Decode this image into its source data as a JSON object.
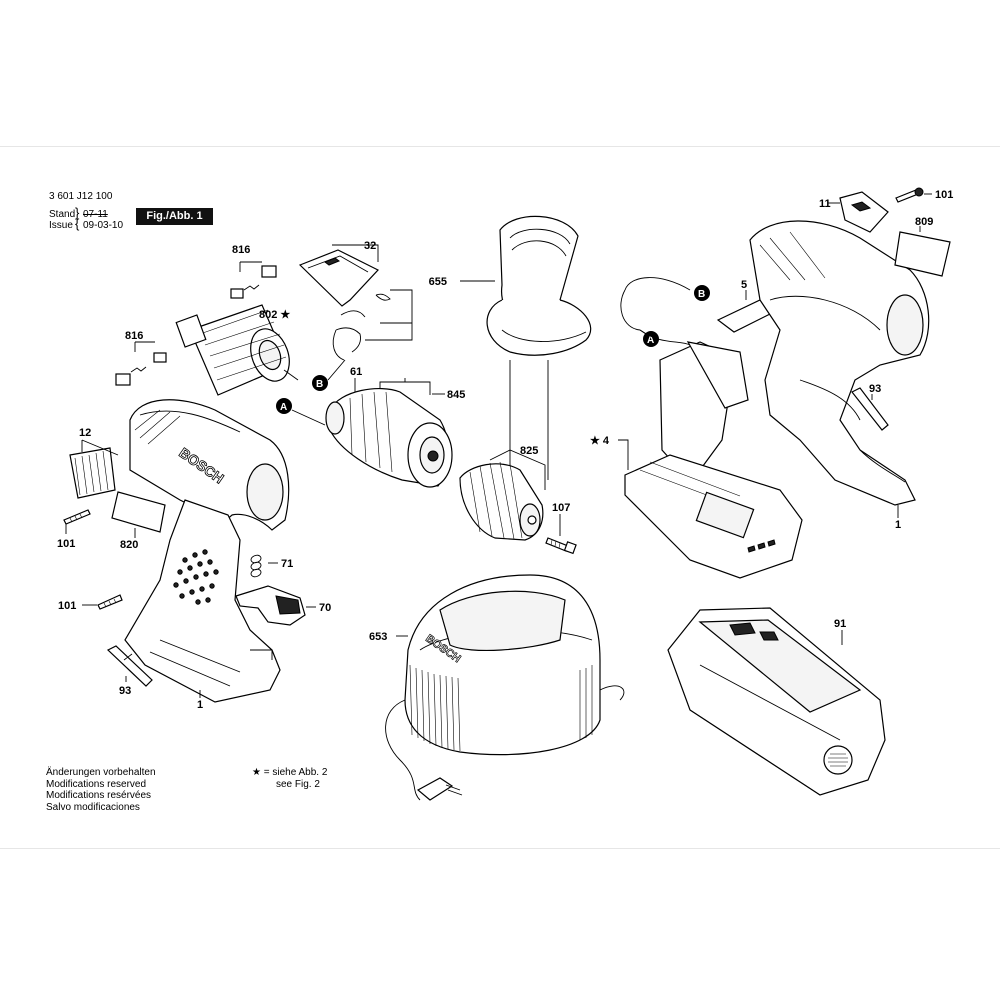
{
  "header": {
    "doc_number": "3 601 J12 100",
    "stand_label": "Stand",
    "stand_value": "07-11",
    "issue_label": "Issue",
    "issue_value": "09-03-10",
    "figure_label": "Fig./Abb. 1"
  },
  "footer": {
    "notes": [
      "Änderungen vorbehalten",
      "Modifications reserved",
      "Modifications resérvées",
      "Salvo modificaciones"
    ],
    "star_note_line1": "★ = siehe Abb. 2",
    "star_note_line2": "see Fig. 2"
  },
  "markers": {
    "A": "A",
    "B": "B"
  },
  "brand": "BOSCH",
  "callouts": {
    "c816a": "816",
    "c816b": "816",
    "c802": "802 ★",
    "c32": "32",
    "c655": "655",
    "c61": "61",
    "c845": "845",
    "c12": "12",
    "c101a": "101",
    "c820": "820",
    "c71": "71",
    "c101b": "101",
    "c70": "70",
    "c93a": "93",
    "c1a": "1",
    "c825": "825",
    "c107": "107",
    "c653": "653",
    "c5": "5",
    "c4": "★ 4",
    "c11": "11",
    "c101c": "101",
    "c809": "809",
    "c93b": "93",
    "c1b": "1",
    "c91": "91"
  }
}
